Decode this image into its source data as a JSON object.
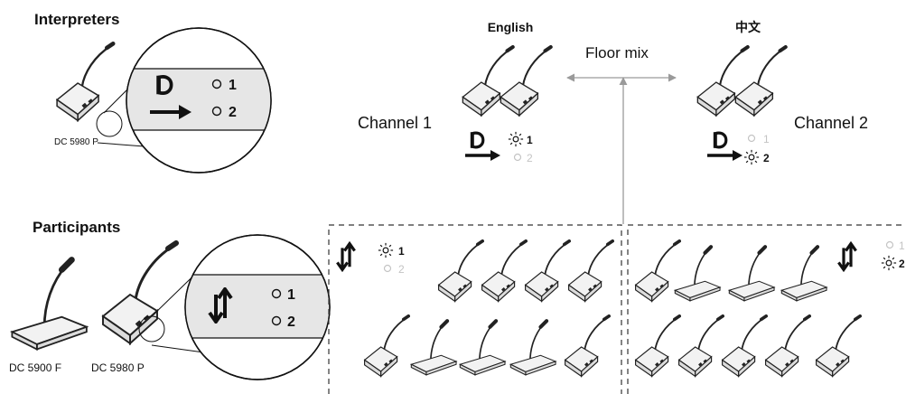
{
  "interpreters": {
    "heading": "Interpreters",
    "device_model": "DC 5980 P",
    "channel_1": "1",
    "channel_2": "2"
  },
  "participants": {
    "heading": "Participants",
    "device_models": [
      "DC 5900 F",
      "DC 5980 P"
    ],
    "channel_1": "1",
    "channel_2": "2"
  },
  "booths": {
    "left": {
      "language": "English",
      "channel_label": "Channel 1",
      "active_channel": "1",
      "inactive_channel": "2"
    },
    "right": {
      "language": "中文",
      "channel_label": "Channel 2",
      "active_channel": "2",
      "inactive_channel": "1"
    }
  },
  "floor_mix_label": "Floor mix",
  "groups": {
    "left": {
      "active_channel": "1",
      "inactive_channel": "2"
    },
    "right": {
      "active_channel": "2",
      "inactive_channel": "1"
    }
  },
  "colors": {
    "line": "#111111",
    "muted_text": "#c4c4c4",
    "arrow_gray": "#9a9a9a",
    "zoom_fill": "#e6e6e6"
  }
}
